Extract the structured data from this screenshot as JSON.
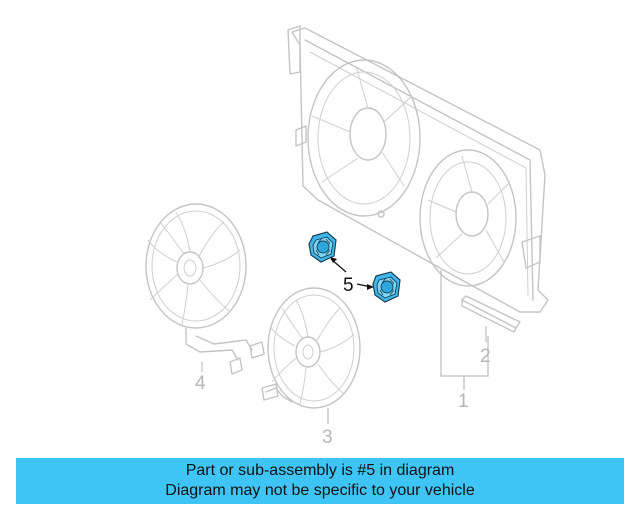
{
  "callouts": {
    "label_1": "1",
    "label_2": "2",
    "label_3": "3",
    "label_4": "4",
    "label_5": "5"
  },
  "highlight_color": "#3fc5f5",
  "part_color": "#3db8ea",
  "banner": {
    "line1": "Part or sub-assembly is #5 in diagram",
    "line2": "Diagram may not be specific to your vehicle"
  }
}
